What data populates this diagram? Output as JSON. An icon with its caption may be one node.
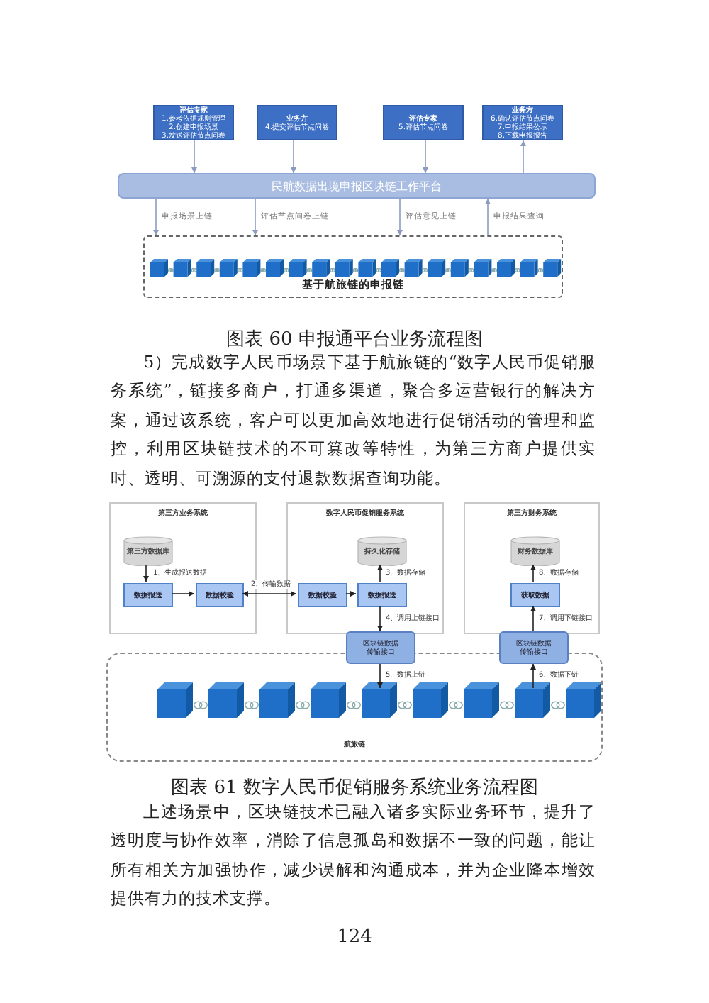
{
  "diagram": {
    "nodes": [
      {
        "text": [
          "评估专家",
          "1.参考依据规则管理",
          "2.创建申报场景",
          "3.发送评估节点问卷"
        ]
      },
      {
        "text": [
          "业务方",
          "4.提交评估节点问卷"
        ]
      },
      {
        "text": [
          "评估专家",
          "5.评估节点问卷"
        ]
      },
      {
        "text": [
          "业务方",
          "6.确认评估节点问卷",
          "7.申报结果公示",
          "8.下载申报报告"
        ]
      },
      {
        "text": [
          "民航数据出境申报区块链工作平台"
        ]
      },
      {
        "text": [
          "基于航旅链的申报链"
        ]
      },
      {
        "text": [
          "第三方业务系统"
        ]
      },
      {
        "text": [
          "第三方数据库"
        ],
        "in": 6
      },
      {
        "text": [
          "数据报送"
        ],
        "in": 6
      },
      {
        "text": [
          "数据校验"
        ],
        "in": 6
      },
      {
        "text": [
          "数字人民币促销服务系统"
        ]
      },
      {
        "text": [
          "持久化存储"
        ],
        "in": 10
      },
      {
        "text": [
          "数据校验"
        ],
        "in": 10
      },
      {
        "text": [
          "数据报送"
        ],
        "in": 10
      },
      {
        "text": [
          "第三方财务系统"
        ]
      },
      {
        "text": [
          "财务数据库"
        ],
        "in": 14
      },
      {
        "text": [
          "获取数据"
        ],
        "in": 14
      },
      {
        "text": [
          "区块链数据传输接口"
        ]
      },
      {
        "text": [
          "区块链数据传输接口"
        ]
      },
      {
        "text": [
          "航旅链"
        ]
      }
    ],
    "edges": [
      {
        "from": 0,
        "to": 4,
        "arrow": "to",
        "color": "#8c9cc0"
      },
      {
        "from": 1,
        "to": 4,
        "arrow": "to",
        "color": "#8c9cc0"
      },
      {
        "from": 2,
        "to": 4,
        "arrow": "to",
        "color": "#8c9cc0"
      },
      {
        "from": 4,
        "to": 3,
        "arrow": "to",
        "color": "#8c9cc0"
      },
      {
        "from": 4,
        "to": 5,
        "arrow": "to",
        "label": "申报场景上链",
        "color": "#8c9cc0"
      },
      {
        "from": 4,
        "to": 5,
        "arrow": "to",
        "label": "评估节点问卷上链",
        "color": "#8c9cc0"
      },
      {
        "from": 4,
        "to": 5,
        "arrow": "to",
        "label": "评估意见上链",
        "color": "#8c9cc0"
      },
      {
        "from": 5,
        "to": 4,
        "arrow": "to",
        "label": "申报结果查询",
        "color": "#8c9cc0"
      },
      {
        "from": 7,
        "to": 8,
        "arrow": "to",
        "label": "1、生成报送数据"
      },
      {
        "from": 8,
        "to": 9,
        "arrow": "to"
      },
      {
        "from": 9,
        "to": 12,
        "arrow": "both",
        "label": "2、传输数据"
      },
      {
        "from": 12,
        "to": 13,
        "arrow": "to"
      },
      {
        "from": 13,
        "to": 11,
        "arrow": "to",
        "label": "3、数据存储"
      },
      {
        "from": 13,
        "to": 17,
        "arrow": "to",
        "label": "4、调用上链接口"
      },
      {
        "from": 17,
        "to": 19,
        "arrow": "to",
        "label": "5、数据上链"
      },
      {
        "from": 19,
        "to": 18,
        "arrow": "to",
        "label": "6、数据下链"
      },
      {
        "from": 18,
        "to": 16,
        "arrow": "to",
        "label": "7、调用下链接口"
      },
      {
        "from": 16,
        "to": 15,
        "arrow": "to",
        "label": "8、数据存储"
      }
    ],
    "labels": [
      "图表 60 申报通平台业务流程图",
      "5）完成数字人民币场景下基于航旅链的“数字人民币促销服务系统”，链接多商户，打通多渠道，聚合多运营银行的解决方案，通过该系统，客户可以更加高效地进行促销活动的管理和监控，利用区块链技术的不可篡改等特性，为第三方商户提供实时、透明、可溯源的支付退款数据查询功能。",
      "图表 61 数字人民币促销服务系统业务流程图",
      "上述场景中，区块链技术已融入诸多实际业务环节，提升了透明度与协作效率，消除了信息孤岛和数据不一致的问题，能让所有相关方加强协作，减少误解和沟通成本，并为企业降本增效提供有力的技术支撑。",
      "124"
    ]
  }
}
